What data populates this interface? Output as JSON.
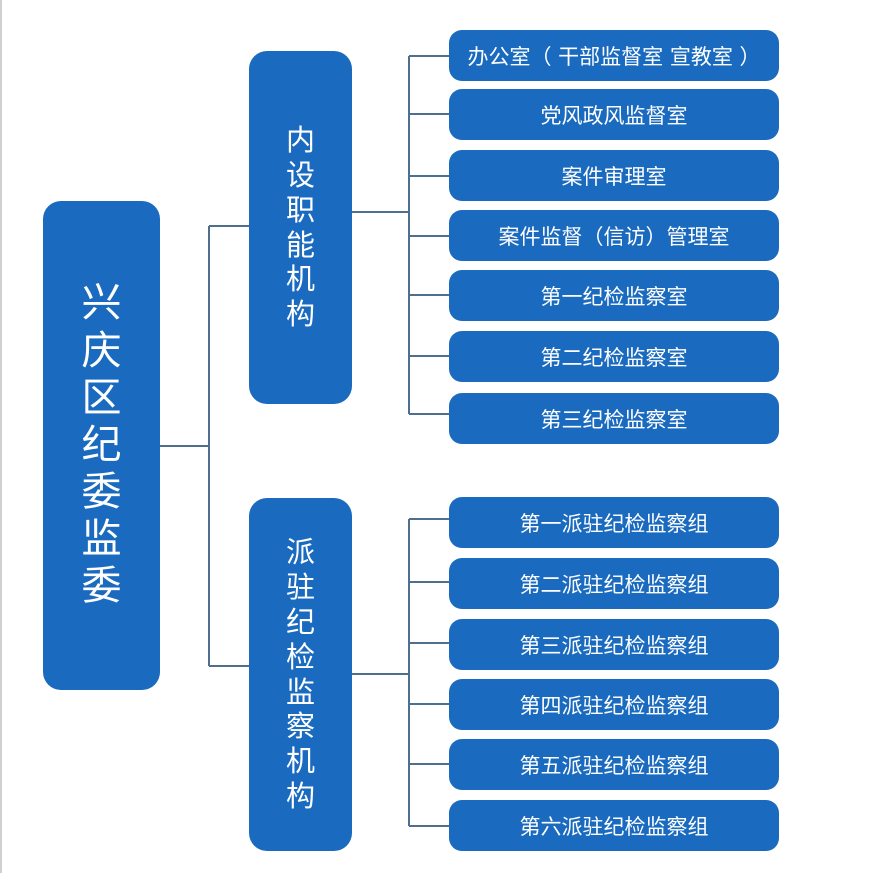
{
  "root": {
    "label": "兴庆区纪委监委"
  },
  "categories": [
    {
      "label": "内设职能机构",
      "items": [
        "办公室（ 干部监督室 宣教室 ）",
        "党风政风监督室",
        "案件审理室",
        "案件监督（信访）管理室",
        "第一纪检监察室",
        "第二纪检监察室",
        "第三纪检监察室"
      ]
    },
    {
      "label": "派驻纪检监察机构",
      "items": [
        "第一派驻纪检监察组",
        "第二派驻纪检监察组",
        "第三派驻纪检监察组",
        "第四派驻纪检监察组",
        "第五派驻纪检监察组",
        "第六派驻纪检监察组"
      ]
    }
  ],
  "colors": {
    "box": "#1a6bbf",
    "connector": "#4f6f8f",
    "text": "#ffffff"
  }
}
